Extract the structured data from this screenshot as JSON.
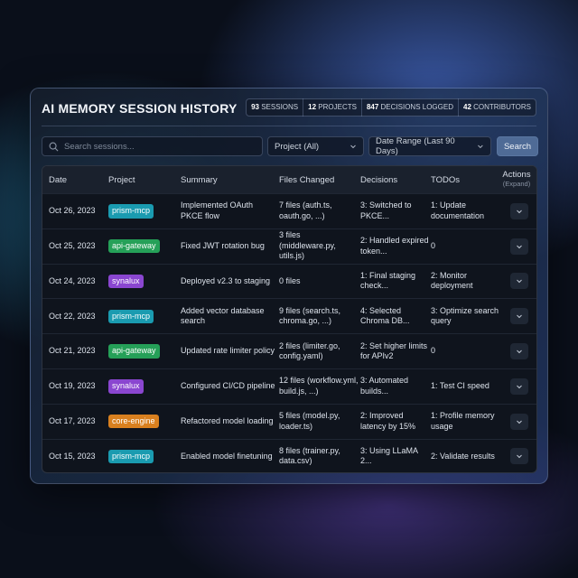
{
  "header": {
    "title": "AI MEMORY SESSION HISTORY"
  },
  "stats": [
    {
      "value": "93",
      "label": "SESSIONS"
    },
    {
      "value": "12",
      "label": "PROJECTS"
    },
    {
      "value": "847",
      "label": "DECISIONS LOGGED"
    },
    {
      "value": "42",
      "label": "CONTRIBUTORS"
    }
  ],
  "controls": {
    "search_placeholder": "Search sessions...",
    "project_filter": "Project (All)",
    "date_filter": "Date Range (Last 90 Days)",
    "search_button": "Search"
  },
  "table": {
    "columns": [
      "Date",
      "Project",
      "Summary",
      "Files Changed",
      "Decisions",
      "TODOs",
      "Actions"
    ],
    "actions_sub": "(Expand)",
    "project_colors": {
      "prism-mcp": "#1a9bb0",
      "api-gateway": "#25a058",
      "synalux": "#8a46d0",
      "core-engine": "#d9801f"
    },
    "rows": [
      {
        "date": "Oct 26, 2023",
        "project": "prism-mcp",
        "summary": "Implemented OAuth PKCE flow",
        "files": "7 files (auth.ts, oauth.go, ...)",
        "decisions": "3: Switched to PKCE...",
        "todos": "1: Update documentation"
      },
      {
        "date": "Oct 25, 2023",
        "project": "api-gateway",
        "summary": "Fixed JWT rotation bug",
        "files": "3 files (middleware.py, utils.js)",
        "decisions": "2: Handled expired token...",
        "todos": "0"
      },
      {
        "date": "Oct 24, 2023",
        "project": "synalux",
        "summary": "Deployed v2.3 to staging",
        "files": "0 files",
        "decisions": "1: Final staging check...",
        "todos": "2: Monitor deployment"
      },
      {
        "date": "Oct 22, 2023",
        "project": "prism-mcp",
        "summary": "Added vector database search",
        "files": "9 files (search.ts, chroma.go, ...)",
        "decisions": "4: Selected Chroma DB...",
        "todos": "3: Optimize search query"
      },
      {
        "date": "Oct 21, 2023",
        "project": "api-gateway",
        "summary": "Updated rate limiter policy",
        "files": "2 files (limiter.go, config.yaml)",
        "decisions": "2: Set higher limits for APIv2",
        "todos": "0"
      },
      {
        "date": "Oct 19, 2023",
        "project": "synalux",
        "summary": "Configured CI/CD pipeline",
        "files": "12 files (workflow.yml, build.js, ...)",
        "decisions": "3: Automated builds...",
        "todos": "1: Test CI speed"
      },
      {
        "date": "Oct 17, 2023",
        "project": "core-engine",
        "summary": "Refactored model loading",
        "files": "5 files (model.py, loader.ts)",
        "decisions": "2: Improved latency by 15%",
        "todos": "1: Profile memory usage"
      },
      {
        "date": "Oct 15, 2023",
        "project": "prism-mcp",
        "summary": "Enabled model finetuning",
        "files": "8 files (trainer.py, data.csv)",
        "decisions": "3: Using LLaMA 2...",
        "todos": "2: Validate results"
      }
    ]
  }
}
